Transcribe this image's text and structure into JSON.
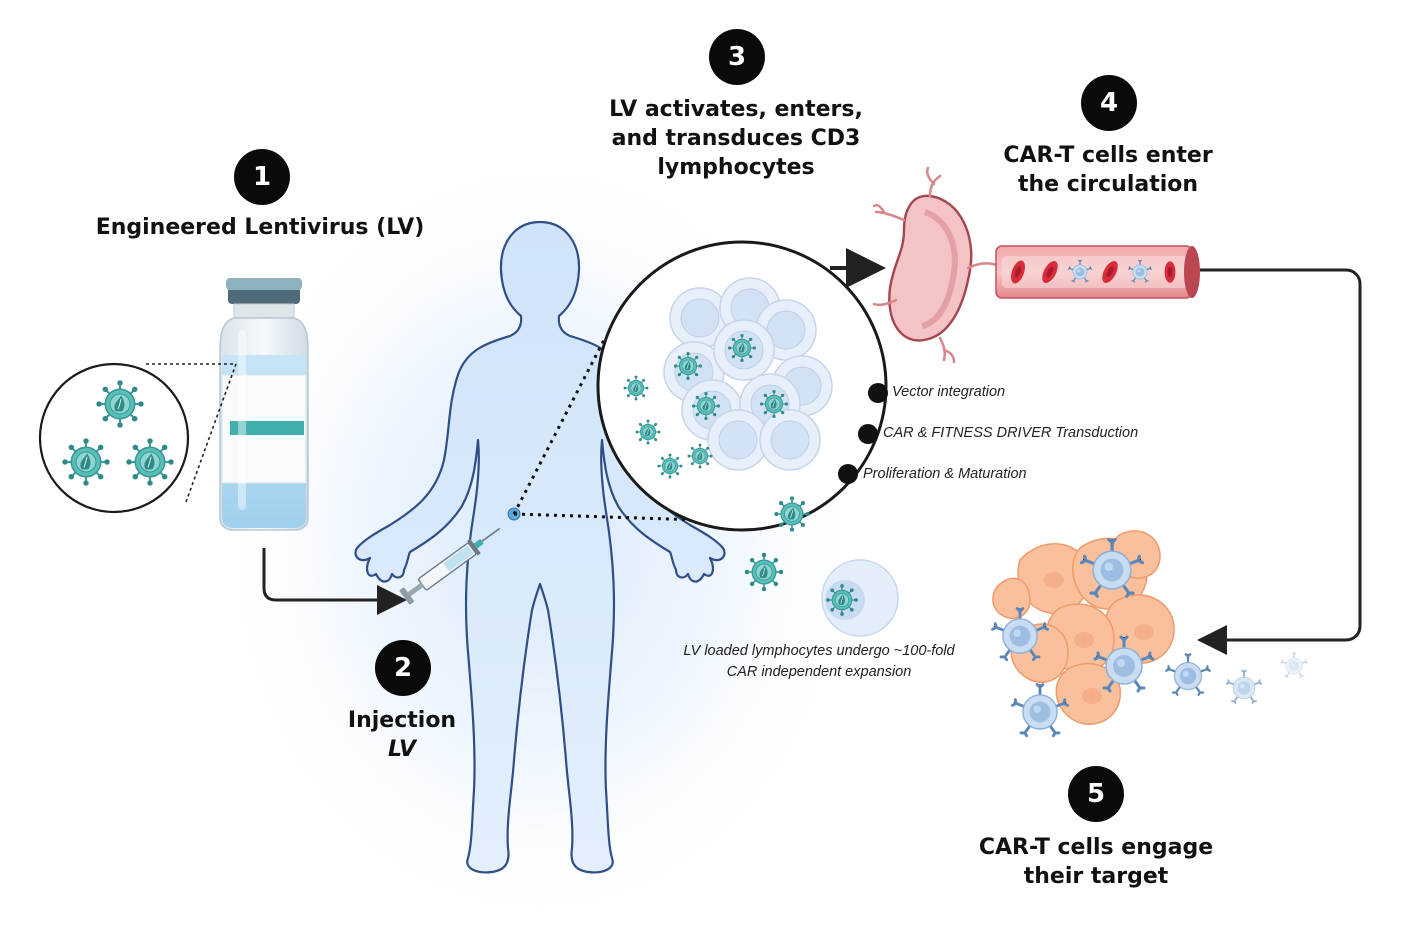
{
  "steps": [
    {
      "number": "1",
      "title": "Engineered Lentivirus (LV)"
    },
    {
      "number": "2",
      "title_line1": "Injection",
      "title_line2": "LV"
    },
    {
      "number": "3",
      "title_line1": "LV activates, enters,",
      "title_line2": "and transduces CD3",
      "title_line3": "lymphocytes"
    },
    {
      "number": "4",
      "title_line1": "CAR-T cells enter",
      "title_line2": "the circulation"
    },
    {
      "number": "5",
      "title_line1": "CAR-T cells engage",
      "title_line2": "their target"
    }
  ],
  "process_points": [
    "Vector integration",
    "CAR & FITNESS DRIVER Transduction",
    "Proliferation & Maturation"
  ],
  "expansion_note": {
    "line1": "LV loaded lymphocytes undergo ~100-fold",
    "line2": "CAR independent expansion"
  },
  "colors": {
    "virus": "#49b3b0",
    "body": "#d6e8fb",
    "tumor": "#f6b08a",
    "car_t": "#a9c7ea",
    "vessel": "#e88a8f",
    "blood_cell": "#d92b3a"
  }
}
